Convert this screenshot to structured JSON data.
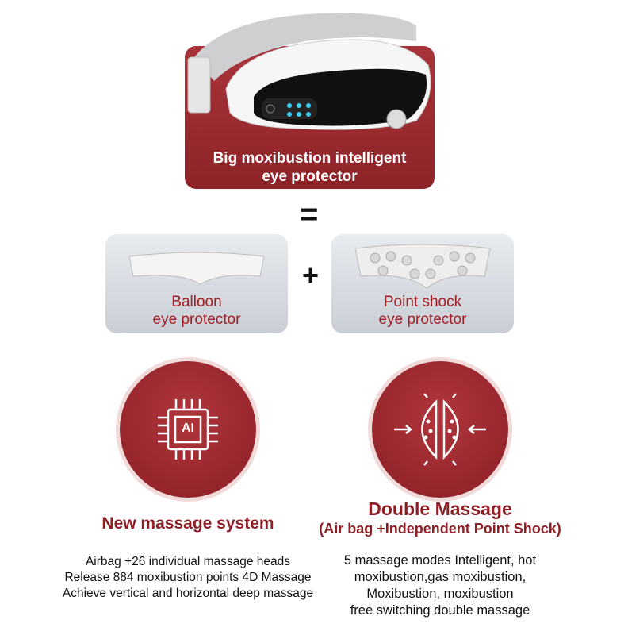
{
  "hero": {
    "title_line1": "Big moxibustion intelligent",
    "title_line2": "eye protector",
    "image": "eye-massager-device"
  },
  "equation": {
    "equals": "=",
    "plus": "+"
  },
  "components": [
    {
      "line1": "Balloon",
      "line2": "eye protector",
      "image": "balloon-pad"
    },
    {
      "line1": "Point shock",
      "line2": "eye protector",
      "image": "point-shock-pad"
    }
  ],
  "features": [
    {
      "icon": "ai-chip-icon",
      "chip_label": "AI",
      "title": "New massage system",
      "lines": [
        "Airbag +26 individual massage heads",
        "Release 884 moxibustion points 4D Massage",
        "Achieve vertical and horizontal deep massage"
      ]
    },
    {
      "icon": "double-massage-icon",
      "title": "Double Massage",
      "subtitle": "(Air bag +Independent Point Shock)",
      "lines": [
        "5 massage modes Intelligent, hot",
        "moxibustion,gas moxibustion,",
        "Moxibustion, moxibustion",
        "free switching double massage"
      ]
    }
  ],
  "colors": {
    "brand_red": "#9b2a2e"
  }
}
